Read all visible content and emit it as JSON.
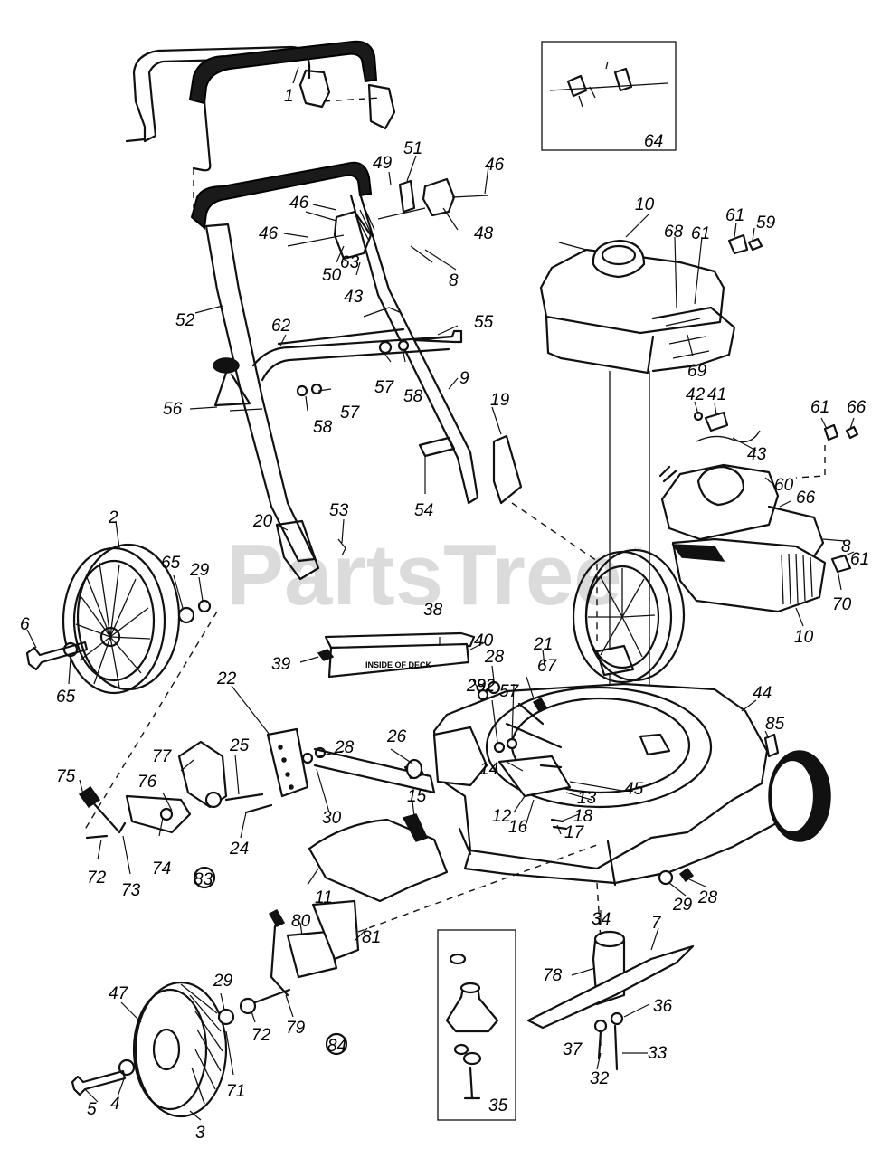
{
  "diagram": {
    "watermark": "PartsTree",
    "watermark_tm": "™",
    "deck_label": "INSIDE OF DECK",
    "callouts": {
      "p1": "1",
      "p2": "2",
      "p3": "3",
      "p4": "4",
      "p5": "5",
      "p6": "6",
      "p7": "7",
      "p8a": "8",
      "p8b": "8",
      "p9": "9",
      "p10a": "10",
      "p10b": "10",
      "p11": "11",
      "p12": "12",
      "p13": "13",
      "p14": "14",
      "p15": "15",
      "p16": "16",
      "p17": "17",
      "p18": "18",
      "p19": "19",
      "p20": "20",
      "p21": "21",
      "p22": "22",
      "p24": "24",
      "p25": "25",
      "p26": "26",
      "p28a": "28",
      "p28b": "28",
      "p28c": "28",
      "p29a": "29",
      "p29b": "29",
      "p29c": "29",
      "p29d": "29",
      "p30": "30",
      "p32": "32",
      "p33": "33",
      "p34": "34",
      "p35": "35",
      "p36": "36",
      "p37": "37",
      "p38": "38",
      "p39": "39",
      "p40": "40",
      "p41": "41",
      "p42": "42",
      "p43a": "43",
      "p43b": "43",
      "p44": "44",
      "p45": "45",
      "p46a": "46",
      "p46b": "46",
      "p46c": "46",
      "p47": "47",
      "p48": "48",
      "p49": "49",
      "p50": "50",
      "p51": "51",
      "p52": "52",
      "p53": "53",
      "p54": "54",
      "p55": "55",
      "p56": "56",
      "p57a": "57",
      "p57b": "57",
      "p57c": "57",
      "p58a": "58",
      "p58b": "58",
      "p59": "59",
      "p60": "60",
      "p61a": "61",
      "p61b": "61",
      "p61c": "61",
      "p61d": "61",
      "p62": "62",
      "p63": "63",
      "p64": "64",
      "p65a": "65",
      "p65b": "65",
      "p66a": "66",
      "p66b": "66",
      "p67": "67",
      "p68": "68",
      "p69": "69",
      "p70": "70",
      "p71": "71",
      "p72a": "72",
      "p72b": "72",
      "p73": "73",
      "p74": "74",
      "p75": "75",
      "p76": "76",
      "p77": "77",
      "p78": "78",
      "p79": "79",
      "p80": "80",
      "p81": "81",
      "p82": "82",
      "p83": "83",
      "p84": "84",
      "p85": "85"
    }
  }
}
